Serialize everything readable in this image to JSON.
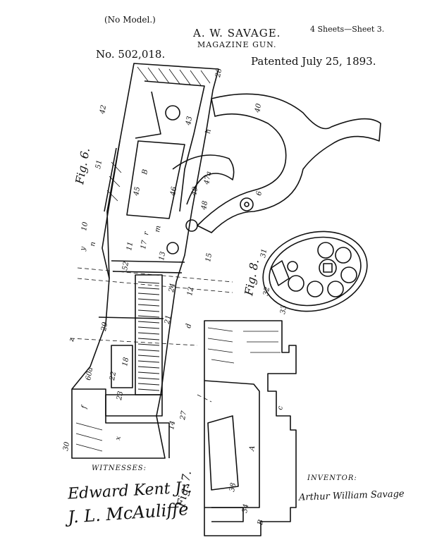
{
  "header": {
    "no_model": "(No Model.)",
    "sheets": "4 Sheets—Sheet 3.",
    "inventor": "A. W. SAVAGE.",
    "title": "MAGAZINE GUN.",
    "patent_number": "No. 502,018.",
    "patented_date": "Patented July 25, 1893."
  },
  "figures": {
    "fig6": "Fig. 6.",
    "fig7": "Fig. 7.",
    "fig8": "Fig. 8."
  },
  "reference_numerals": {
    "r28": "28",
    "r42": "42",
    "r40": "40",
    "r43": "43",
    "rh": "h",
    "r51": "51",
    "rB": "B",
    "r45": "45",
    "r46": "46",
    "r47": "47a",
    "r48": "48",
    "r49": "49",
    "r6": "6",
    "r10": "10",
    "rn": "n",
    "ry": "y",
    "r11": "11",
    "r17": "17",
    "r13": "13",
    "r52": "52",
    "r12": "12",
    "r24": "24",
    "r21": "21",
    "r29": "29",
    "rz": "z",
    "r18": "18",
    "r22": "22",
    "r60": "60a",
    "rf": "f",
    "r30": "30",
    "r23": "23",
    "r14": "14",
    "r27": "27",
    "rd": "d",
    "r31": "31",
    "r32": "32",
    "r33": "33",
    "rA": "A",
    "rc": "c",
    "r34": "34",
    "r38": "38",
    "r15": "15",
    "rm": "m",
    "rr": "r",
    "rx": "x",
    "rB2": "B"
  },
  "footer": {
    "witnesses_label": "WITNESSES:",
    "inventor_label": "INVENTOR:",
    "witness_1": "Edward Kent Jr.",
    "witness_2": "J. L. McAuliffe",
    "inventor_signature": "Arthur William Savage"
  }
}
